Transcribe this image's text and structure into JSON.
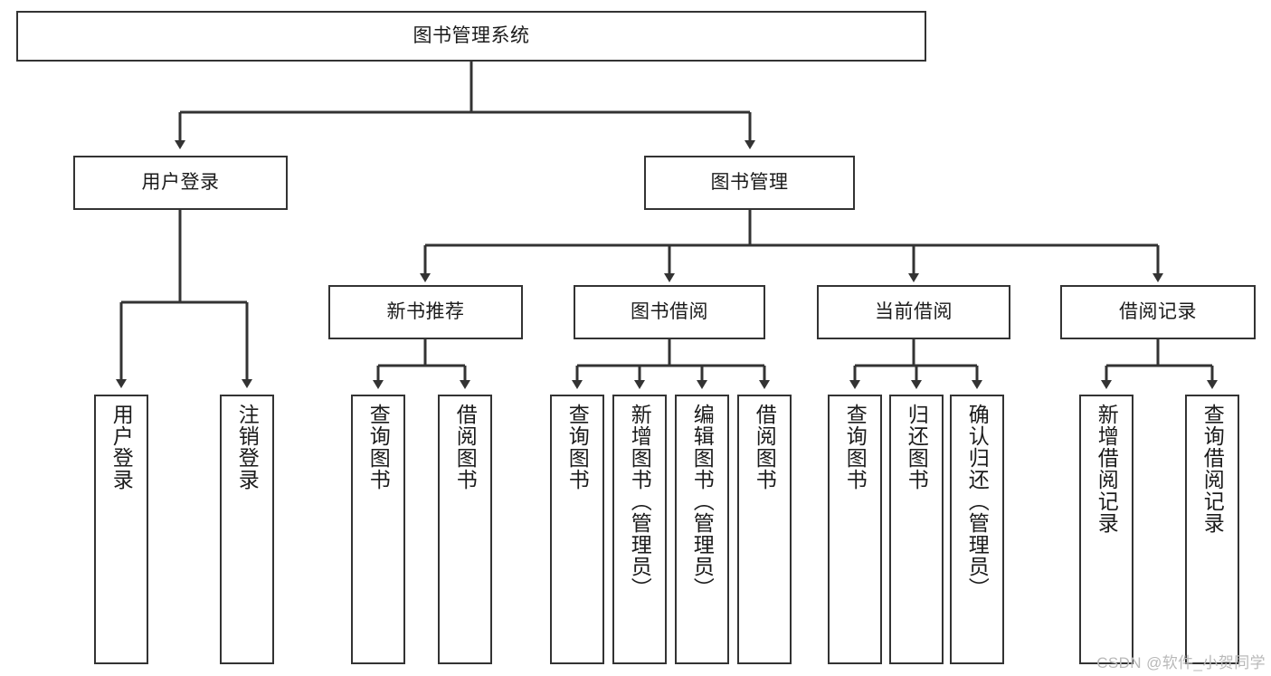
{
  "diagram": {
    "title": "图书管理系统",
    "type": "tree-hierarchy-chart",
    "root": {
      "id": "root",
      "label": "图书管理系统"
    },
    "level1": [
      {
        "id": "user-login",
        "label": "用户登录"
      },
      {
        "id": "book-management",
        "label": "图书管理"
      }
    ],
    "level2": [
      {
        "id": "new-book-recommend",
        "label": "新书推荐",
        "parent": "book-management"
      },
      {
        "id": "book-borrow",
        "label": "图书借阅",
        "parent": "book-management"
      },
      {
        "id": "current-borrow",
        "label": "当前借阅",
        "parent": "book-management"
      },
      {
        "id": "borrow-record",
        "label": "借阅记录",
        "parent": "book-management"
      }
    ],
    "leaves": [
      {
        "id": "leaf-user-login",
        "label": "用户登录",
        "parent": "user-login"
      },
      {
        "id": "leaf-logout-login",
        "label": "注销登录",
        "parent": "user-login"
      },
      {
        "id": "leaf-query-book-1",
        "label": "查询图书",
        "parent": "new-book-recommend"
      },
      {
        "id": "leaf-borrow-book-1",
        "label": "借阅图书",
        "parent": "new-book-recommend"
      },
      {
        "id": "leaf-query-book-2",
        "label": "查询图书",
        "parent": "book-borrow"
      },
      {
        "id": "leaf-add-book",
        "label": "新增图书（管理员）",
        "parent": "book-borrow"
      },
      {
        "id": "leaf-edit-book",
        "label": "编辑图书（管理员）",
        "parent": "book-borrow"
      },
      {
        "id": "leaf-borrow-book-2",
        "label": "借阅图书",
        "parent": "book-borrow"
      },
      {
        "id": "leaf-query-book-3",
        "label": "查询图书",
        "parent": "current-borrow"
      },
      {
        "id": "leaf-return-book",
        "label": "归还图书",
        "parent": "current-borrow"
      },
      {
        "id": "leaf-confirm-return",
        "label": "确认归还（管理员）",
        "parent": "current-borrow"
      },
      {
        "id": "leaf-add-record",
        "label": "新增借阅记录",
        "parent": "borrow-record"
      },
      {
        "id": "leaf-query-record",
        "label": "查询借阅记录",
        "parent": "borrow-record"
      }
    ],
    "colors": {
      "stroke": "#333333",
      "fill": "#ffffff",
      "text": "#1b1b1b",
      "watermark": "#b9b9b9"
    }
  },
  "watermark": {
    "text": "CSDN @软件_小贺同学"
  }
}
